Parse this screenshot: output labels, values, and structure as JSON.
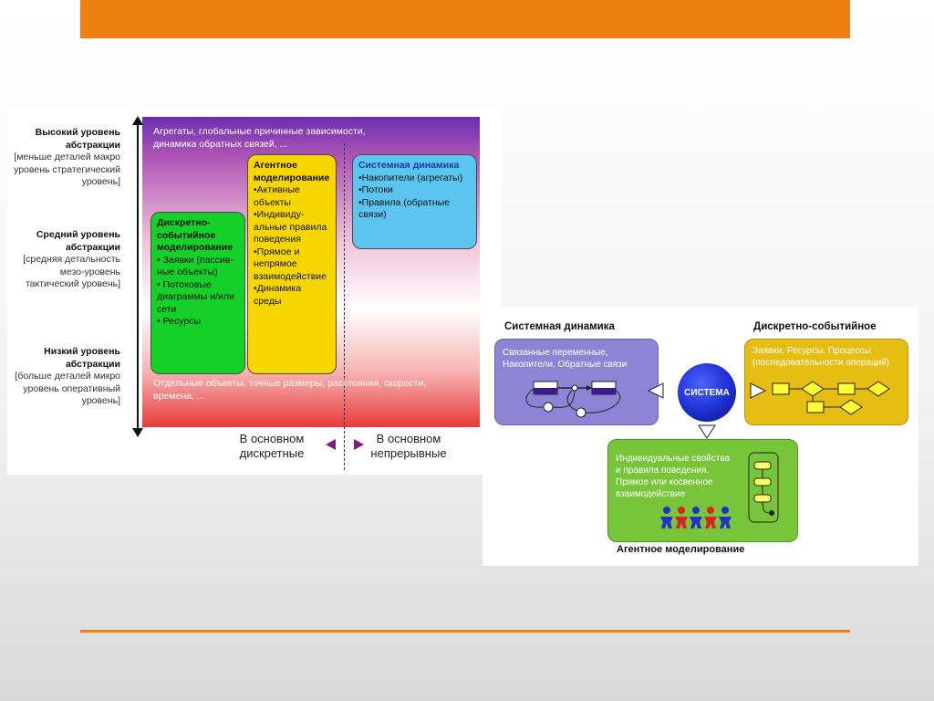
{
  "colors": {
    "accent": "#ee7f11",
    "green_box": "#16d02a",
    "yellow_box": "#f7d600",
    "blue_box": "#5bc4ef",
    "system": "#1d2fd1"
  },
  "left_figure": {
    "levels": [
      {
        "title": "Высокий уровень абстракции",
        "desc": "[меньше деталей макро уровень стратегический уровень]"
      },
      {
        "title": "Средний уровень абстракции",
        "desc": "[средняя детальность мезо-уровень тактический уровень]"
      },
      {
        "title": "Низкий уровень абстракции",
        "desc": "[больше деталей микро уровень оперативный уровень]"
      }
    ],
    "top_note": "Агрегаты, глобальные причинные зависимости, динамика обратных связей, ...",
    "bottom_note": "Отдельные объекты, точные размеры, расстояния, скорости, времена, ...",
    "boxes": {
      "discrete_event": {
        "title": "Дискретно-событийное моделирование",
        "items": [
          "• Заявки (пассив-ные объекты)",
          "• Потоковые диаграммы и/или сети",
          "• Ресурсы"
        ]
      },
      "agent": {
        "title": "Агентное моделирование",
        "items": [
          "•Активные объекты",
          "•Индивиду-альные правила поведения",
          "•Прямое и непрямое взаимодействие",
          "•Динамика среды"
        ]
      },
      "system_dynamics": {
        "title": "Системная динамика",
        "items": [
          "•Накопители (агрегаты)",
          "•Потоки",
          "•Правила (обратные связи)"
        ]
      }
    },
    "caption_left": "В основном дискретные",
    "caption_right": "В основном непрерывные"
  },
  "right_figure": {
    "sd_title": "Системная динамика",
    "sd_text": "Связанные переменные, Накопители, Обратные связи",
    "des_title": "Дискретно-событийное",
    "des_text": "Заявки, Ресурсы, Процессы (последовательности операций)",
    "center": "СИСТЕМА",
    "ab_text": "Индивидуальные свойства и правила поведения. Прямое или косвенное взаимодействие",
    "ab_title": "Агентное моделирование"
  }
}
